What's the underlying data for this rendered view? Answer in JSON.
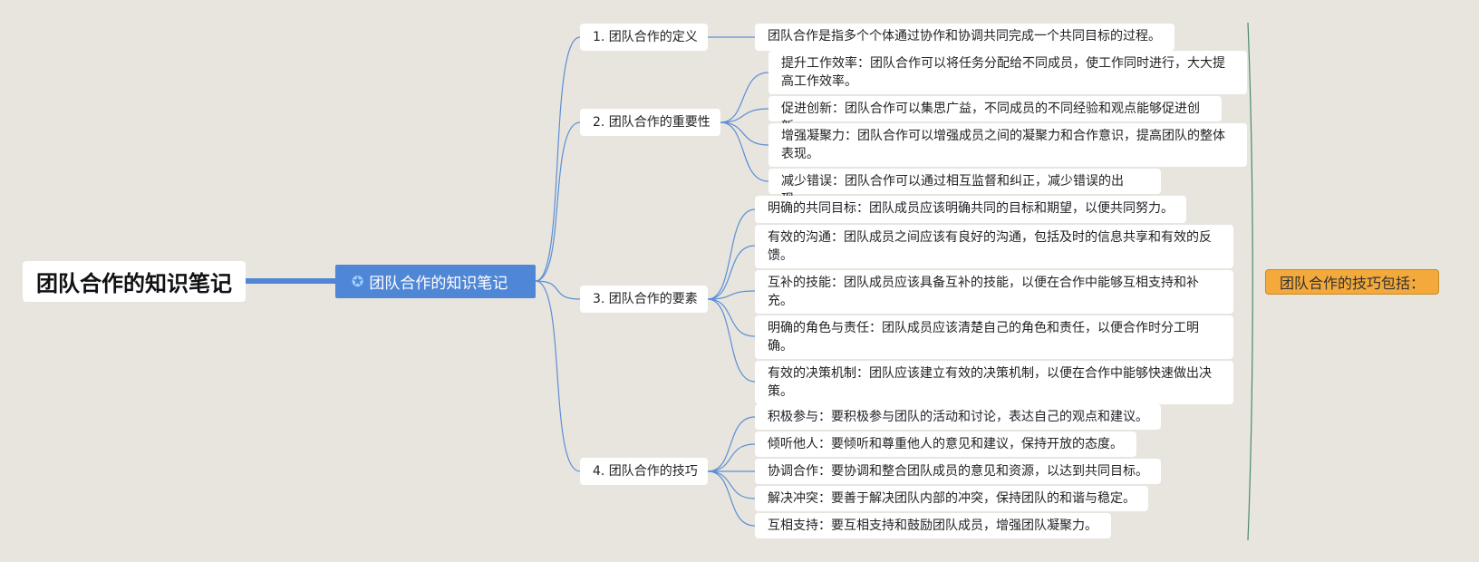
{
  "root": {
    "title": "团队合作的知识笔记"
  },
  "central": {
    "title": "团队合作的知识笔记",
    "icon": "star-icon"
  },
  "summary": {
    "label": "团队合作的技巧包括："
  },
  "branches": [
    {
      "label": "1. 团队合作的定义",
      "items": [
        "团队合作是指多个个体通过协作和协调共同完成一个共同目标的过程。"
      ]
    },
    {
      "label": "2. 团队合作的重要性",
      "items": [
        "提升工作效率：团队合作可以将任务分配给不同成员，使工作同时进行，大大提高工作效率。",
        "促进创新：团队合作可以集思广益，不同成员的不同经验和观点能够促进创新。",
        "增强凝聚力：团队合作可以增强成员之间的凝聚力和合作意识，提高团队的整体表现。",
        "减少错误：团队合作可以通过相互监督和纠正，减少错误的出现。"
      ]
    },
    {
      "label": "3. 团队合作的要素",
      "items": [
        "明确的共同目标：团队成员应该明确共同的目标和期望，以便共同努力。",
        "有效的沟通：团队成员之间应该有良好的沟通，包括及时的信息共享和有效的反馈。",
        "互补的技能：团队成员应该具备互补的技能，以便在合作中能够互相支持和补充。",
        "明确的角色与责任：团队成员应该清楚自己的角色和责任，以便合作时分工明确。",
        "有效的决策机制：团队应该建立有效的决策机制，以便在合作中能够快速做出决策。"
      ]
    },
    {
      "label": "4. 团队合作的技巧",
      "items": [
        "积极参与：要积极参与团队的活动和讨论，表达自己的观点和建议。",
        "倾听他人：要倾听和尊重他人的意见和建议，保持开放的态度。",
        "协调合作：要协调和整合团队成员的意见和资源，以达到共同目标。",
        "解决冲突：要善于解决团队内部的冲突，保持团队的和谐与稳定。",
        "互相支持：要互相支持和鼓励团队成员，增强团队凝聚力。"
      ]
    }
  ],
  "colors": {
    "background": "#e8e5de",
    "central": "#4f86d6",
    "summary": "#f3a93b",
    "link": "#5b8fd6"
  }
}
